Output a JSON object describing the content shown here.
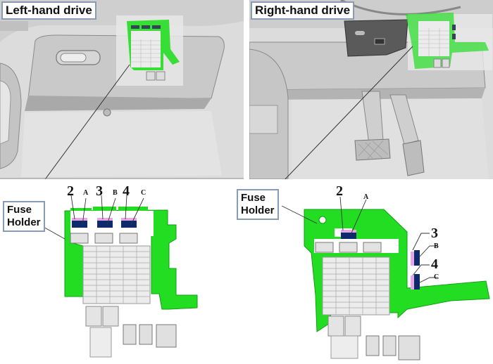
{
  "panels": {
    "left": {
      "title": "Left-hand drive"
    },
    "right": {
      "title": "Right-hand drive"
    }
  },
  "callouts": {
    "left": {
      "line1": "Fuse",
      "line2": "Holder"
    },
    "right": {
      "line1": "Fuse",
      "line2": "Holder"
    }
  },
  "left_labels": {
    "n2": "2",
    "a": "A",
    "n3": "3",
    "b": "B",
    "n4": "4",
    "c": "C"
  },
  "right_labels": {
    "n2": "2",
    "a": "A",
    "n3": "3",
    "b": "B",
    "n4": "4",
    "c": "C"
  },
  "colors": {
    "holder_green": "#22dd22",
    "fuse_navy": "#0d2a6b",
    "fuse_pink": "#e9a6e6",
    "frame_border": "#8a9bb5"
  }
}
